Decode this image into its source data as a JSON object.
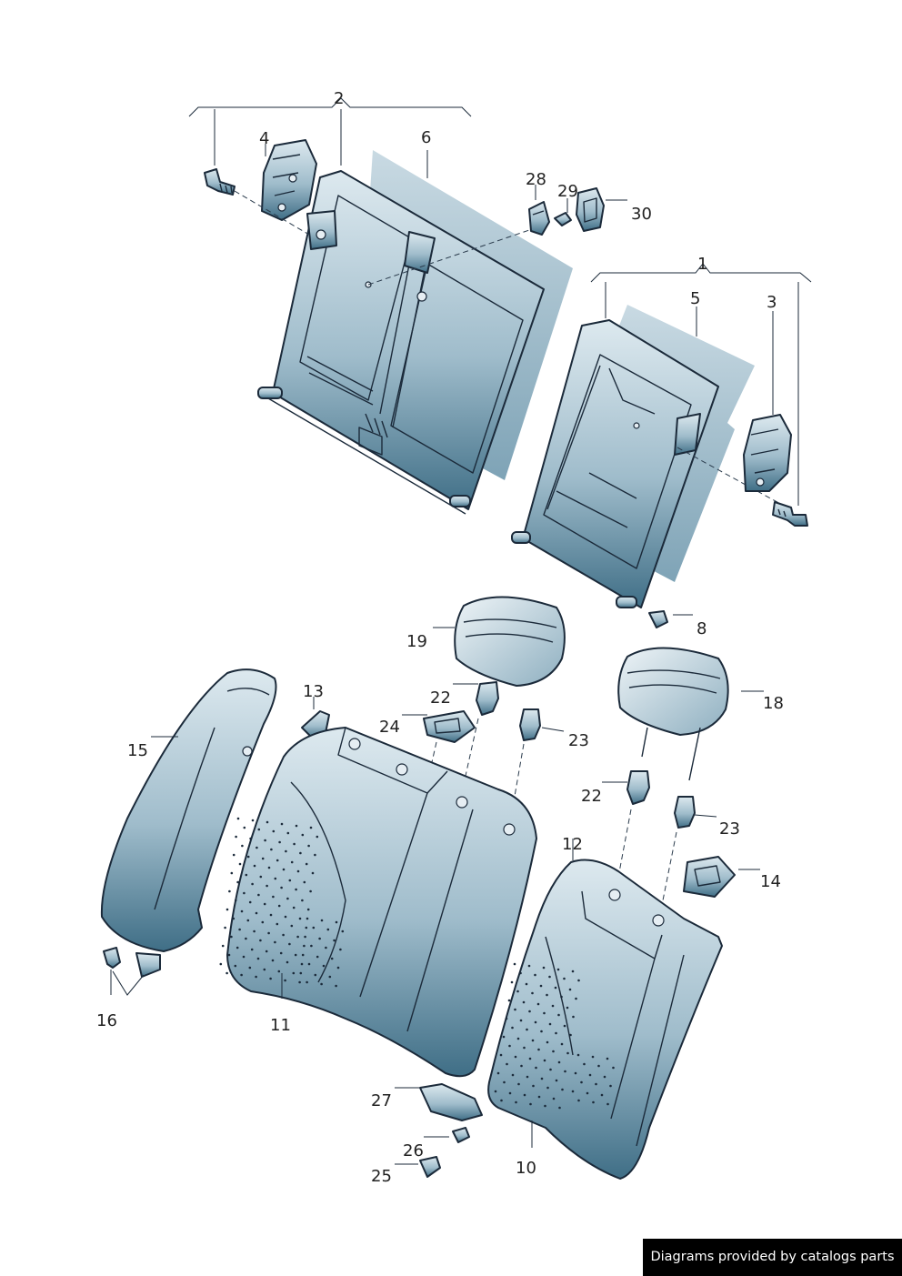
{
  "callouts": {
    "c1": "1",
    "c2": "2",
    "c3": "3",
    "c4": "4",
    "c5": "5",
    "c6": "6",
    "c8": "8",
    "c10": "10",
    "c11": "11",
    "c12": "12",
    "c13": "13",
    "c14": "14",
    "c15": "15",
    "c16": "16",
    "c18": "18",
    "c19": "19",
    "c22a": "22",
    "c22b": "22",
    "c23a": "23",
    "c23b": "23",
    "c24": "24",
    "c25": "25",
    "c26": "26",
    "c27": "27",
    "c28": "28",
    "c29": "29",
    "c30": "30"
  },
  "footer": {
    "credit": "Diagrams provided by catalogs parts"
  },
  "colors": {
    "part_light": "#dde9ef",
    "part_dark": "#3f6e86",
    "panel": "#b6cbd6",
    "outline": "#1b2a3a"
  }
}
